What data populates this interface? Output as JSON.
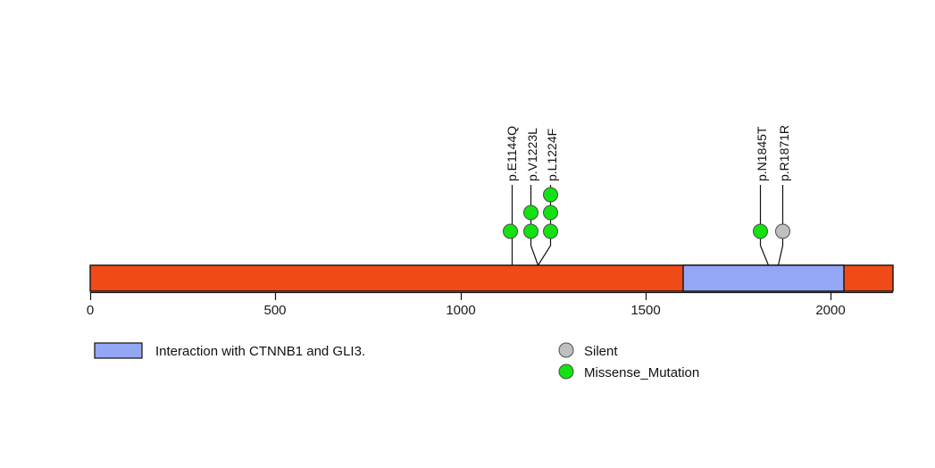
{
  "chart_data": {
    "type": "lollipop",
    "title": "",
    "xlabel": "",
    "ylabel": "",
    "xlim": [
      0,
      2169
    ],
    "axis": {
      "ticks": [
        0,
        500,
        1000,
        1500,
        2000
      ],
      "tick_labels": [
        "0",
        "500",
        "1000",
        "1500",
        "2000"
      ],
      "grid": false
    },
    "protein": {
      "length": 2169,
      "backbone_color": "#F04A18",
      "domains": [
        {
          "name": "Interaction with CTNNB1 and GLI3.",
          "start": 1602,
          "end": 2036,
          "color": "#94A7F5"
        }
      ]
    },
    "mutations": [
      {
        "label": "p.E1144Q",
        "position": 1144,
        "count": 1,
        "type": "Missense_Mutation",
        "color": "#12E212"
      },
      {
        "label": "p.V1223L",
        "position": 1223,
        "count": 2,
        "type": "Missense_Mutation",
        "color": "#12E212"
      },
      {
        "label": "p.L1224F",
        "position": 1224,
        "count": 3,
        "type": "Missense_Mutation",
        "color": "#12E212"
      },
      {
        "label": "p.N1845T",
        "position": 1845,
        "count": 1,
        "type": "Missense_Mutation",
        "color": "#12E212"
      },
      {
        "label": "p.R1871R",
        "position": 1871,
        "count": 1,
        "type": "Silent",
        "color": "#BFBFBF"
      }
    ],
    "legend": {
      "position": "bottom",
      "domain_entries": [
        {
          "label": "Interaction with CTNNB1 and GLI3.",
          "color": "#94A7F5"
        }
      ],
      "mutation_entries": [
        {
          "label": "Silent",
          "color": "#BFBFBF"
        },
        {
          "label": "Missense_Mutation",
          "color": "#12E212"
        }
      ]
    }
  },
  "axis": {
    "tick_0": "0",
    "tick_500": "500",
    "tick_1000": "1000",
    "tick_1500": "1500",
    "tick_2000": "2000"
  },
  "labels": {
    "m0": "p.E1144Q",
    "m1": "p.V1223L",
    "m2": "p.L1224F",
    "m3": "p.N1845T",
    "m4": "p.R1871R"
  },
  "legend": {
    "domain_label": "Interaction with CTNNB1 and GLI3.",
    "silent_label": "Silent",
    "missense_label": "Missense_Mutation"
  }
}
